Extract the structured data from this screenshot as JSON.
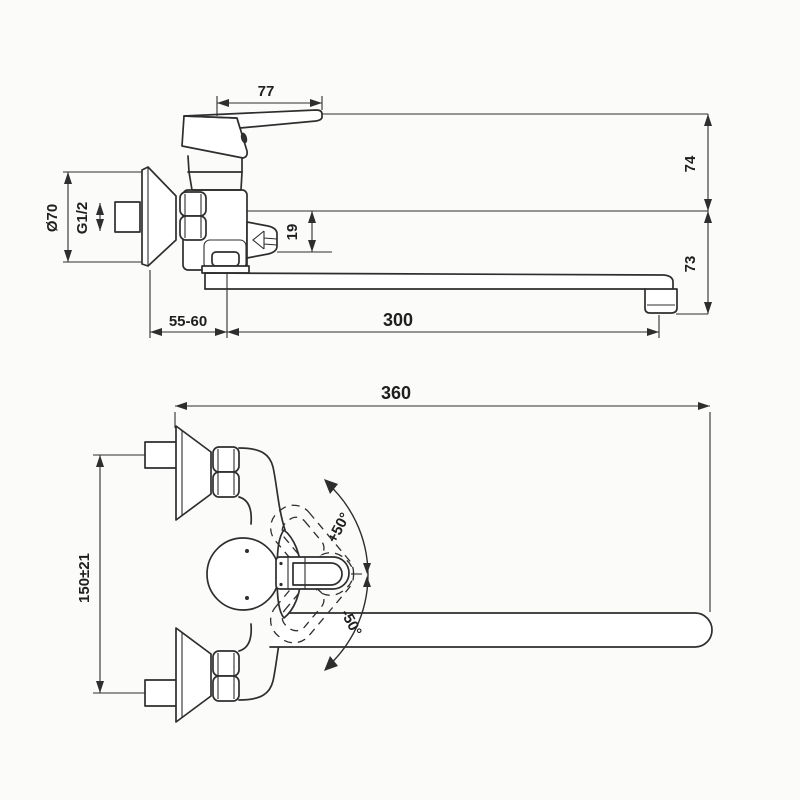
{
  "theme": {
    "ink": "#2e2e2e",
    "dim": "#1f1f1f",
    "paper": "#fbfbfa"
  },
  "views": {
    "side": {
      "dimensions": {
        "handle_length": "77",
        "escutcheon_diameter": "Ø70",
        "thread_size": "G1/2",
        "diverter_offset": "19",
        "height_above_axis": "74",
        "height_below_axis": "73",
        "wall_clearance": "55-60",
        "spout_reach": "300"
      }
    },
    "front": {
      "dimensions": {
        "overall_width": "360",
        "supply_centers": "150±21",
        "handle_angle_up": "+50°",
        "handle_angle_down": "-50°"
      }
    }
  }
}
